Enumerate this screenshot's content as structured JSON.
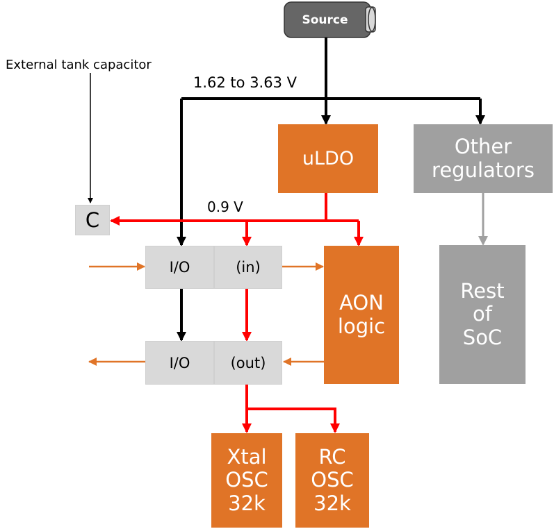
{
  "source": {
    "label": "Source"
  },
  "labels": {
    "external_tank": "External tank capacitor",
    "supply_range": "1.62 to 3.63 V",
    "core_voltage": "0.9 V"
  },
  "blocks": {
    "uldo": "uLDO",
    "other_regulators": "Other\nregulators",
    "capacitor": "C",
    "io_in": "I/O",
    "in": "(in)",
    "io_out": "I/O",
    "out": "(out)",
    "aon_logic": "AON\nlogic",
    "rest_of_soc": "Rest\nof\nSoC",
    "xtal_osc": "Xtal\nOSC\n32k",
    "rc_osc": "RC\nOSC\n32k"
  },
  "colors": {
    "orange": "#E07427",
    "gray": "#A0A0A0",
    "light_gray": "#D9D9D9",
    "red": "#FF0000",
    "black": "#000000"
  }
}
